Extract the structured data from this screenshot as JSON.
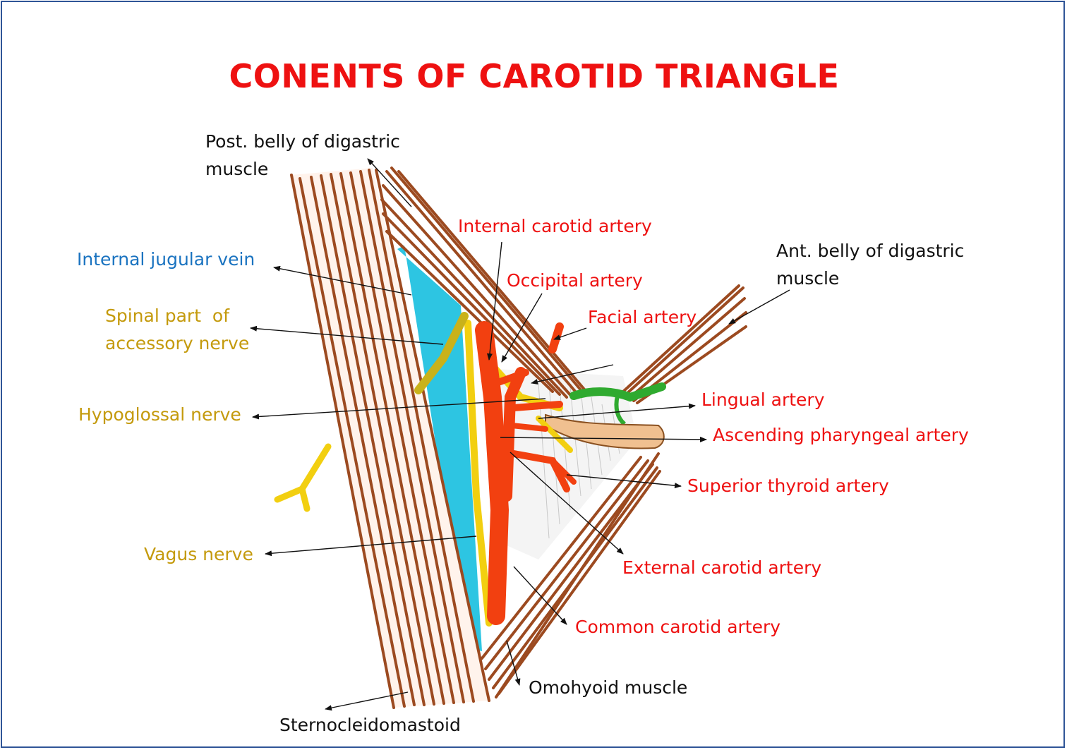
{
  "title": "CONENTS OF CAROTID TRIANGLE",
  "labels": {
    "post_belly": [
      "Post. belly of digastric",
      "muscle"
    ],
    "ant_belly": [
      "Ant. belly of digastric",
      "muscle"
    ],
    "internal_carotid": "Internal carotid artery",
    "internal_jugular": "Internal jugular vein",
    "occipital": "Occipital artery",
    "facial": "Facial artery",
    "spinal_accessory": [
      "Spinal part  of",
      "accessory nerve"
    ],
    "hypoglossal": "Hypoglossal nerve",
    "lingual": "Lingual artery",
    "ascending_pharyngeal": "Ascending pharyngeal artery",
    "superior_thyroid": "Superior thyroid artery",
    "vagus": "Vagus nerve",
    "external_carotid": "External carotid artery",
    "common_carotid": "Common carotid artery",
    "omohyoid": "Omohyoid muscle",
    "sternocleidomastoid": "Sternocleidomastoid"
  },
  "colors": {
    "title": "#ee1111",
    "artery_label": "#ee1111",
    "vein_label": "#1a73c0",
    "nerve_label": "#c49a0c",
    "muscle": "#9c4a20",
    "vein_fill": "#22c2e0",
    "nerve": "#f2cf10",
    "artery": "#f24010",
    "hyoid": "#f0c090",
    "tendon_loop": "#2faa2f",
    "border": "#2f5597"
  }
}
